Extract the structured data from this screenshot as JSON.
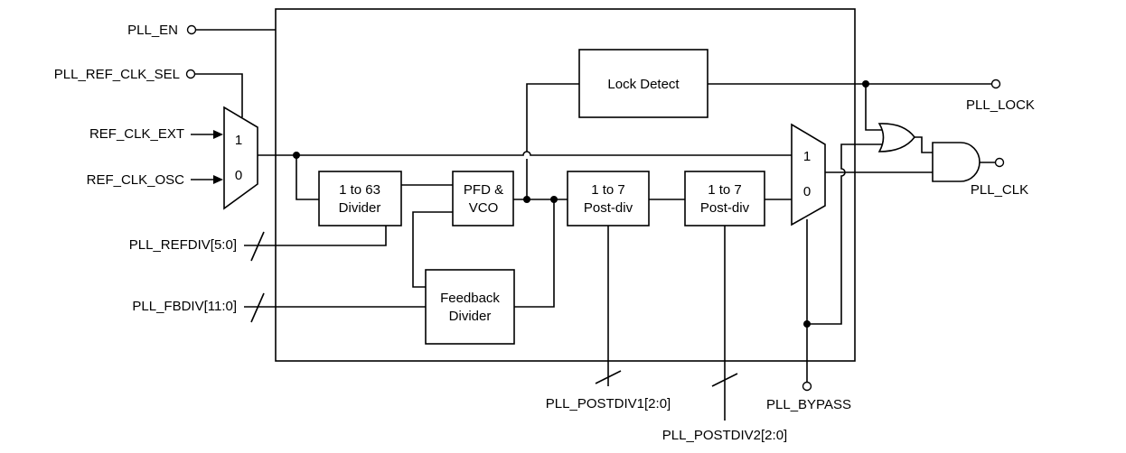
{
  "inputs": {
    "pll_en": "PLL_EN",
    "ref_clk_sel": "PLL_REF_CLK_SEL",
    "ref_clk_ext": "REF_CLK_EXT",
    "ref_clk_osc": "REF_CLK_OSC",
    "refdiv": "PLL_REFDIV[5:0]",
    "fbdiv": "PLL_FBDIV[11:0]",
    "postdiv1": "PLL_POSTDIV1[2:0]",
    "postdiv2": "PLL_POSTDIV2[2:0]",
    "bypass": "PLL_BYPASS"
  },
  "outputs": {
    "lock": "PLL_LOCK",
    "clk": "PLL_CLK"
  },
  "blocks": {
    "ref_divider": [
      "1 to 63",
      "Divider"
    ],
    "pfd_vco": [
      "PFD &",
      "VCO"
    ],
    "postdiv1": [
      "1 to 7",
      "Post-div"
    ],
    "postdiv2": [
      "1 to 7",
      "Post-div"
    ],
    "feedback": [
      "Feedback",
      "Divider"
    ],
    "lock_detect": "Lock Detect"
  },
  "muxes": {
    "input_mux": {
      "in1": "1",
      "in0": "0"
    },
    "bypass_mux": {
      "in1": "1",
      "in0": "0"
    }
  }
}
